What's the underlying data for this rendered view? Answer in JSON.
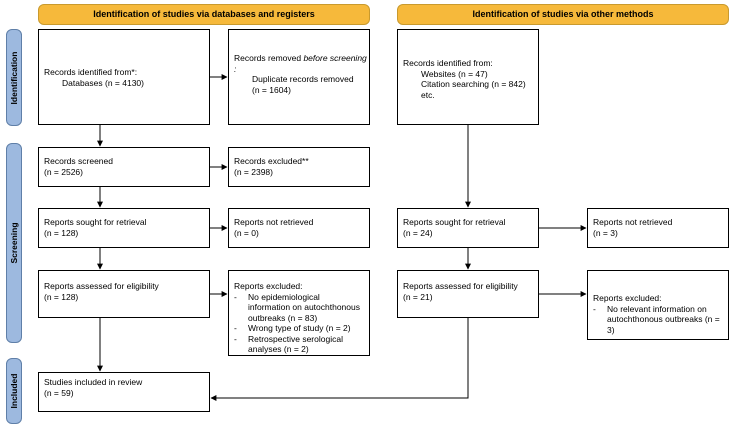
{
  "headers": {
    "databases": "Identification of studies via databases and registers",
    "other": "Identification of studies via other methods"
  },
  "phases": {
    "identification": "Identification",
    "screening": "Screening",
    "included": "Included"
  },
  "left": {
    "identified": {
      "line1": "Records identified from*:",
      "line2": "Databases (n = 4130)"
    },
    "removed": {
      "line1_a": "Records removed ",
      "line1_b": "before screening",
      "line1_c": ":",
      "line2": "Duplicate records removed",
      "line3": "(n = 1604)"
    },
    "screened": {
      "line1": "Records screened",
      "line2": "(n = 2526)"
    },
    "excluded": {
      "line1": "Records excluded**",
      "line2": "(n = 2398)"
    },
    "sought": {
      "line1": "Reports sought for retrieval",
      "line2": "(n = 128)"
    },
    "not_retrieved": {
      "line1": "Reports not retrieved",
      "line2": "(n = 0)"
    },
    "assessed": {
      "line1": "Reports assessed for eligibility",
      "line2": "(n = 128)"
    },
    "reports_excluded": {
      "title": "Reports excluded:",
      "items": [
        "No epidemiological information on autochthonous outbreaks (n = 83)",
        "Wrong type of study (n = 2)",
        "Retrospective serological analyses (n = 2)"
      ]
    },
    "included": {
      "line1": "Studies included in review",
      "line2": "(n = 59)"
    }
  },
  "right": {
    "identified": {
      "line1": "Records identified from:",
      "line2": "Websites (n = 47)",
      "line3": "Citation searching (n = 842)",
      "line4": "etc."
    },
    "sought": {
      "line1": "Reports sought for retrieval",
      "line2": "(n = 24)"
    },
    "not_retrieved": {
      "line1": "Reports not retrieved",
      "line2": "(n = 3)"
    },
    "assessed": {
      "line1": "Reports assessed for eligibility",
      "line2": "(n = 21)"
    },
    "reports_excluded": {
      "title": "Reports excluded:",
      "items": [
        "No relevant information on autochthonous outbreaks (n = 3)"
      ]
    }
  },
  "bullet": "-"
}
